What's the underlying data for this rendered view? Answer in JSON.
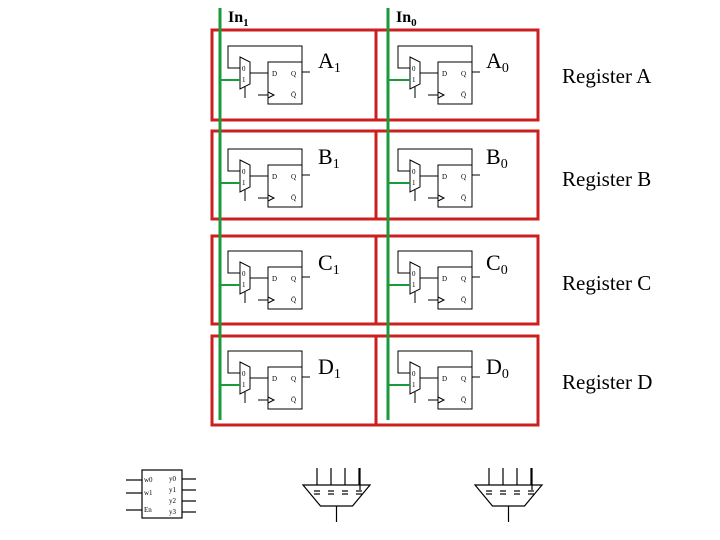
{
  "inputs": [
    {
      "main": "In",
      "sub": "1"
    },
    {
      "main": "In",
      "sub": "0"
    }
  ],
  "registers": [
    {
      "label": "Register A",
      "cells": [
        {
          "main": "A",
          "sub": "1"
        },
        {
          "main": "A",
          "sub": "0"
        }
      ]
    },
    {
      "label": "Register B",
      "cells": [
        {
          "main": "B",
          "sub": "1"
        },
        {
          "main": "B",
          "sub": "0"
        }
      ]
    },
    {
      "label": "Register C",
      "cells": [
        {
          "main": "C",
          "sub": "1"
        },
        {
          "main": "C",
          "sub": "0"
        }
      ]
    },
    {
      "label": "Register D",
      "cells": [
        {
          "main": "D",
          "sub": "1"
        },
        {
          "main": "D",
          "sub": "0"
        }
      ]
    }
  ],
  "flipflop_pins": {
    "d": "D",
    "q": "Q",
    "qbar": "Q̄"
  },
  "mux_pins": {
    "zero": "0",
    "one": "1"
  },
  "decoder": {
    "inputs": [
      "w0",
      "w1",
      "En"
    ],
    "outputs": [
      "y0",
      "y1",
      "y2",
      "y3"
    ]
  },
  "colors": {
    "register_border": "#cc1f1f",
    "bus_wire": "#1a9a3a",
    "wire": "#000000"
  }
}
